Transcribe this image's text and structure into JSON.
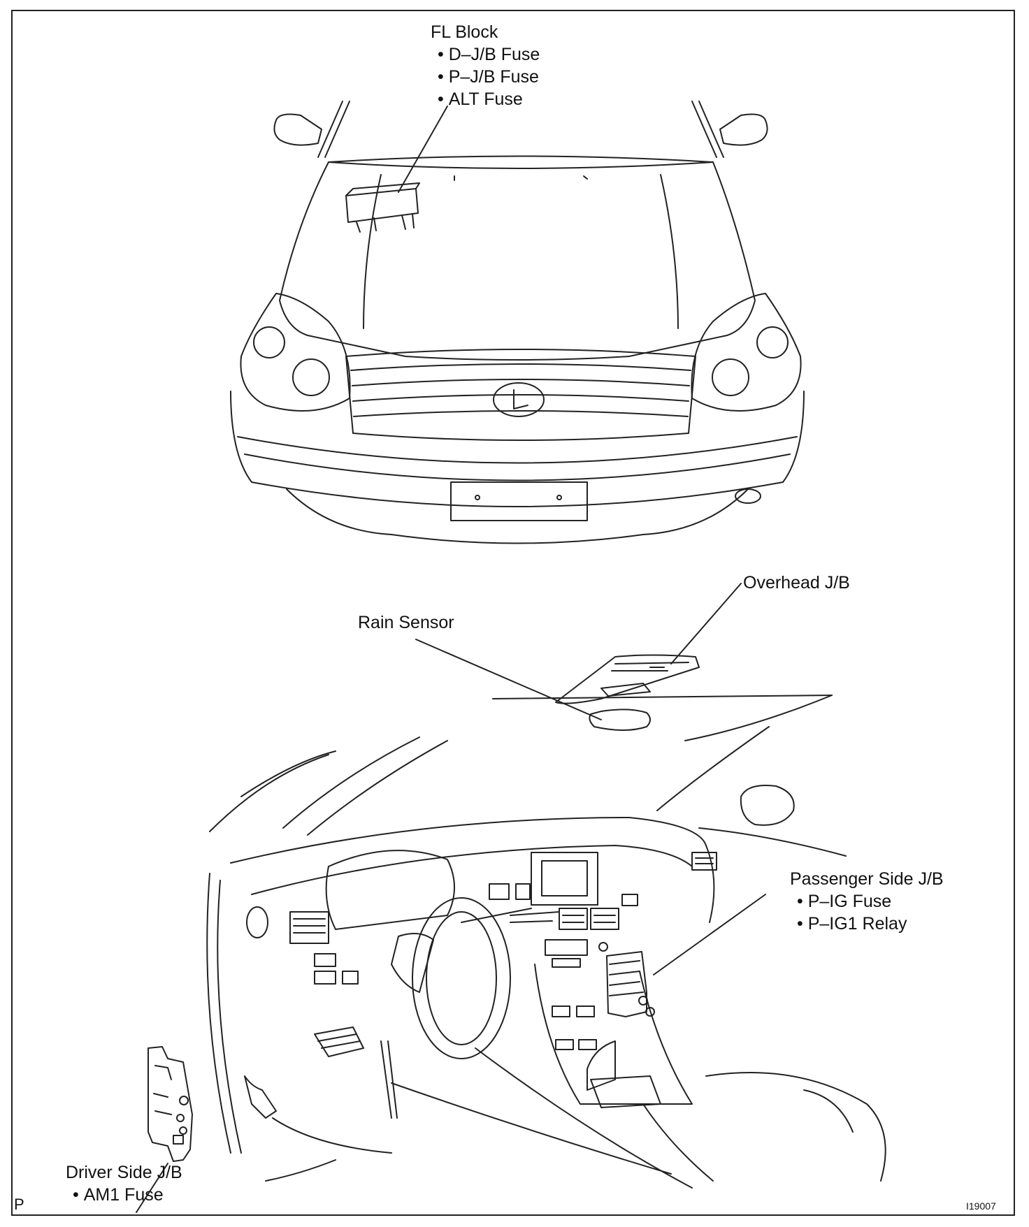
{
  "labels": {
    "fl_block": {
      "title": "FL Block",
      "items": [
        "D–J/B Fuse",
        "P–J/B Fuse",
        "ALT Fuse"
      ]
    },
    "overhead_jb": {
      "title": "Overhead J/B"
    },
    "rain_sensor": {
      "title": "Rain Sensor"
    },
    "passenger_jb": {
      "title": "Passenger Side J/B",
      "items": [
        "P–IG Fuse",
        "P–IG1 Relay"
      ]
    },
    "driver_jb": {
      "title": "Driver Side J/B",
      "items": [
        "AM1 Fuse"
      ]
    }
  },
  "corner_mark": "P",
  "figure_id": "I19007"
}
